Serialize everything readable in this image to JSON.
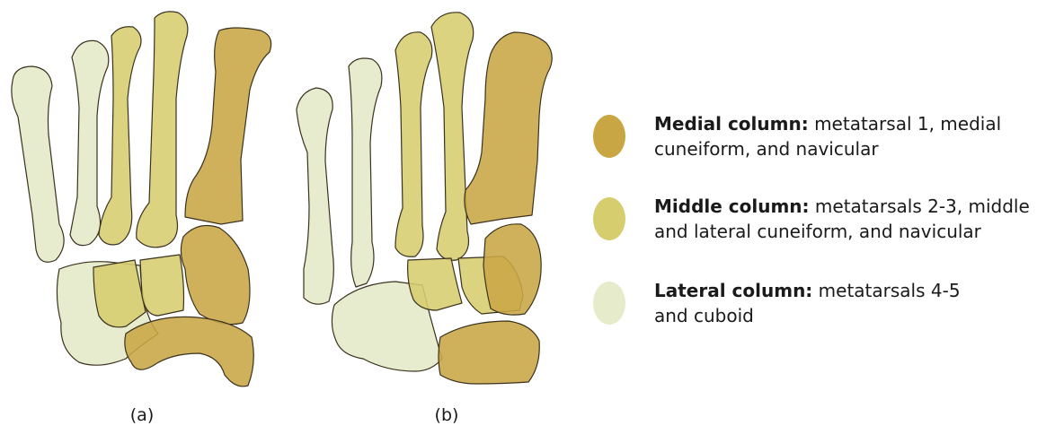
{
  "colors": {
    "medial": "#c9a644",
    "middle": "#d6cd6e",
    "lateral": "#e6ebcb",
    "outline": "#3b3220"
  },
  "captions": {
    "a": "(a)",
    "b": "(b)"
  },
  "legend": [
    {
      "key": "medial",
      "title": "Medial column:",
      "line1": " metatarsal 1, medial",
      "line2": "cuneiform, and navicular"
    },
    {
      "key": "middle",
      "title": "Middle column:",
      "line1": " metatarsals 2-3, middle",
      "line2": "and lateral cuneiform, and navicular"
    },
    {
      "key": "lateral",
      "title": "Lateral column:",
      "line1": " metatarsals 4-5",
      "line2": "and cuboid"
    }
  ]
}
